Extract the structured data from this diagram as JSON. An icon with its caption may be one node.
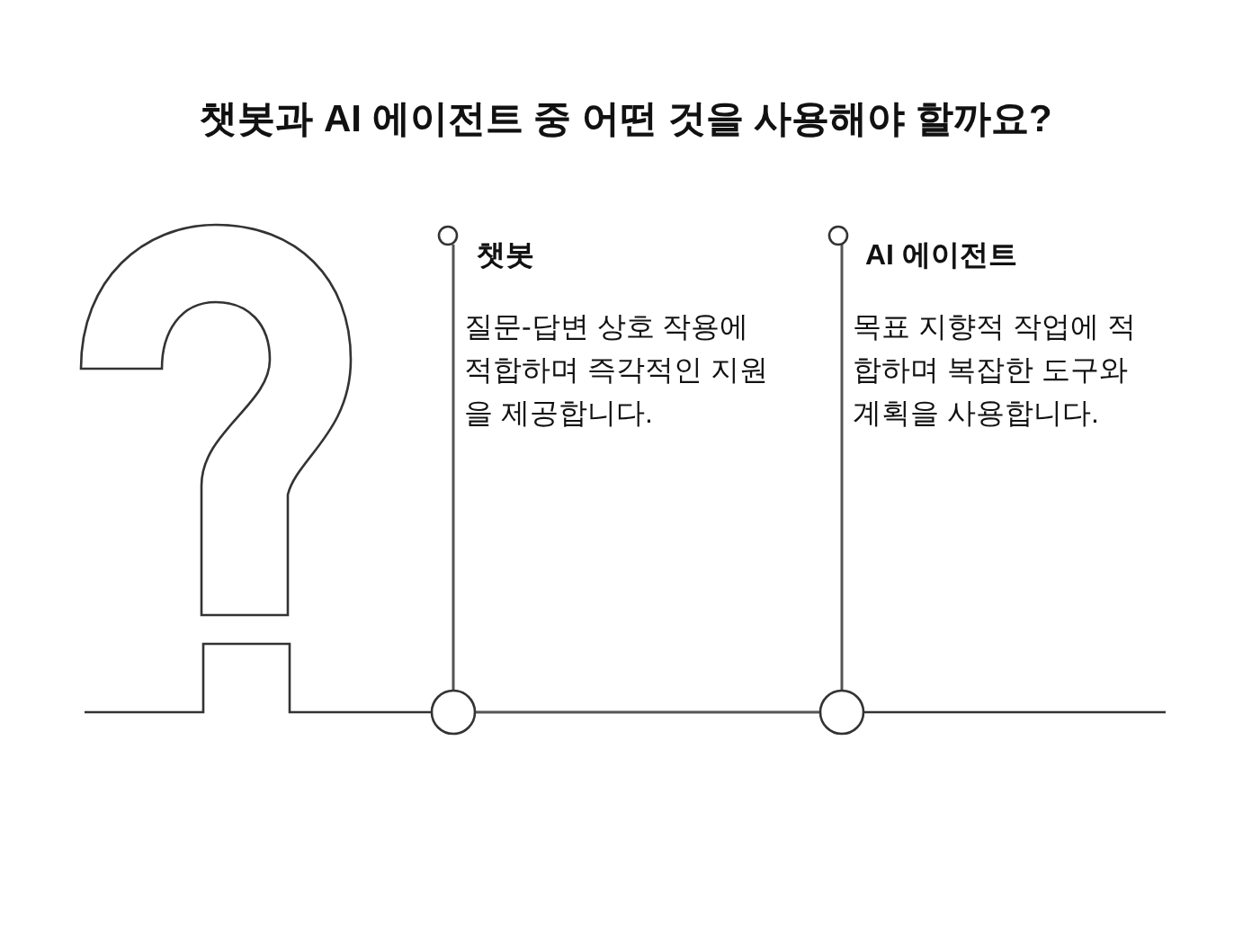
{
  "diagram": {
    "title": "챗봇과 AI 에이전트 중 어떤 것을 사용해야 할까요?",
    "nodes": [
      {
        "text": [
          "챗봇",
          "질문-답변 상호 작용에 적합하며 즉각적인 지원을 제공합니다."
        ]
      },
      {
        "text": [
          "AI 에이전트",
          "목표 지향적 작업에 적합하며 복잡한 도구와 계획을 사용합니다."
        ]
      },
      {
        "text": [],
        "shape": "circle"
      },
      {
        "text": [],
        "shape": "circle"
      },
      {
        "text": [],
        "shape": "circle"
      },
      {
        "text": [],
        "shape": "circle"
      }
    ],
    "edges": [
      {
        "from": 2,
        "to": 4,
        "arrow": "none"
      },
      {
        "from": 3,
        "to": 5,
        "arrow": "none"
      },
      {
        "from": 4,
        "to": 5,
        "arrow": "none"
      }
    ]
  }
}
